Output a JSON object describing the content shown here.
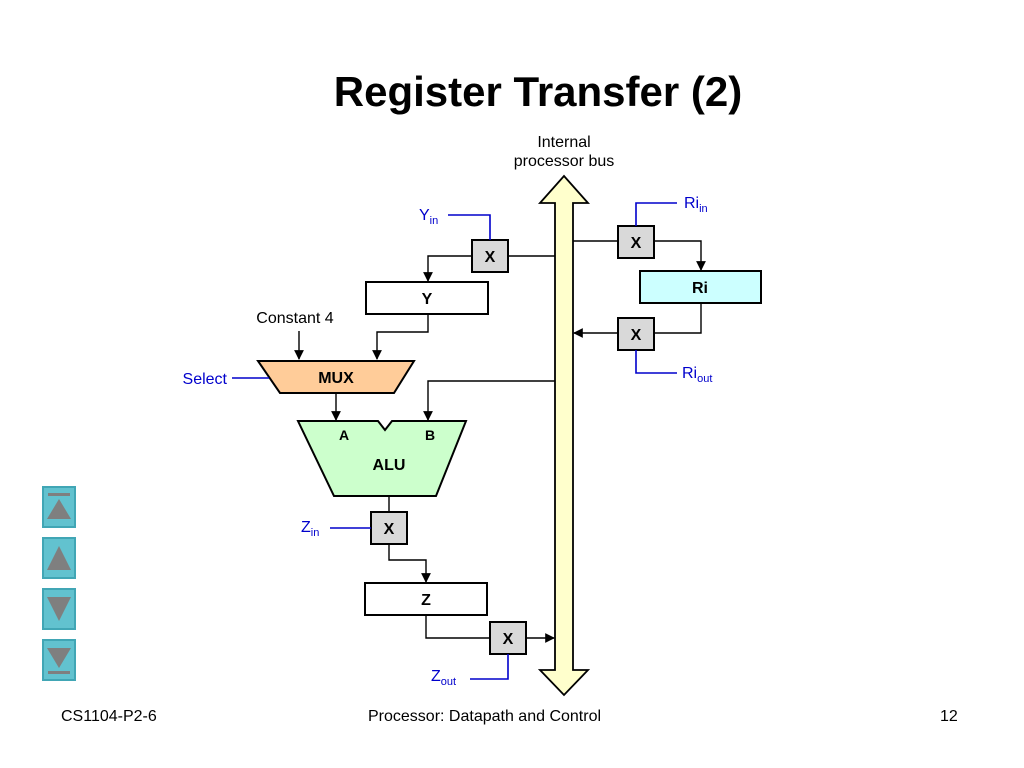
{
  "slide": {
    "title": "Register Transfer (2)",
    "footer": {
      "left": "CS1104-P2-6",
      "center": "Processor: Datapath and Control",
      "page_number": "12"
    }
  },
  "diagram": {
    "bus_label_line1": "Internal",
    "bus_label_line2": "processor bus",
    "gate_label": "X",
    "registers": {
      "y": "Y",
      "z": "Z",
      "ri": "Ri"
    },
    "mux_label": "MUX",
    "alu": {
      "label": "ALU",
      "input_a": "A",
      "input_b": "B"
    },
    "constant_label": "Constant 4",
    "select_label": "Select",
    "control_signals": {
      "y_in": {
        "base": "Y",
        "sub": "in"
      },
      "z_in": {
        "base": "Z",
        "sub": "in"
      },
      "z_out": {
        "base": "Z",
        "sub": "out"
      },
      "ri_in": {
        "base": "Ri",
        "sub": "in"
      },
      "ri_out": {
        "base": "Ri",
        "sub": "out"
      }
    }
  },
  "nav_buttons": [
    {
      "icon": "first-slide-icon"
    },
    {
      "icon": "previous-slide-icon"
    },
    {
      "icon": "next-slide-icon"
    },
    {
      "icon": "last-slide-icon"
    }
  ],
  "colors": {
    "bus_fill": "#ffffcc",
    "mux_fill": "#ffcc99",
    "alu_fill": "#ccffcc",
    "ri_fill": "#ccffff",
    "control_signal": "#0000cc",
    "nav_button": "#62c2cf"
  }
}
